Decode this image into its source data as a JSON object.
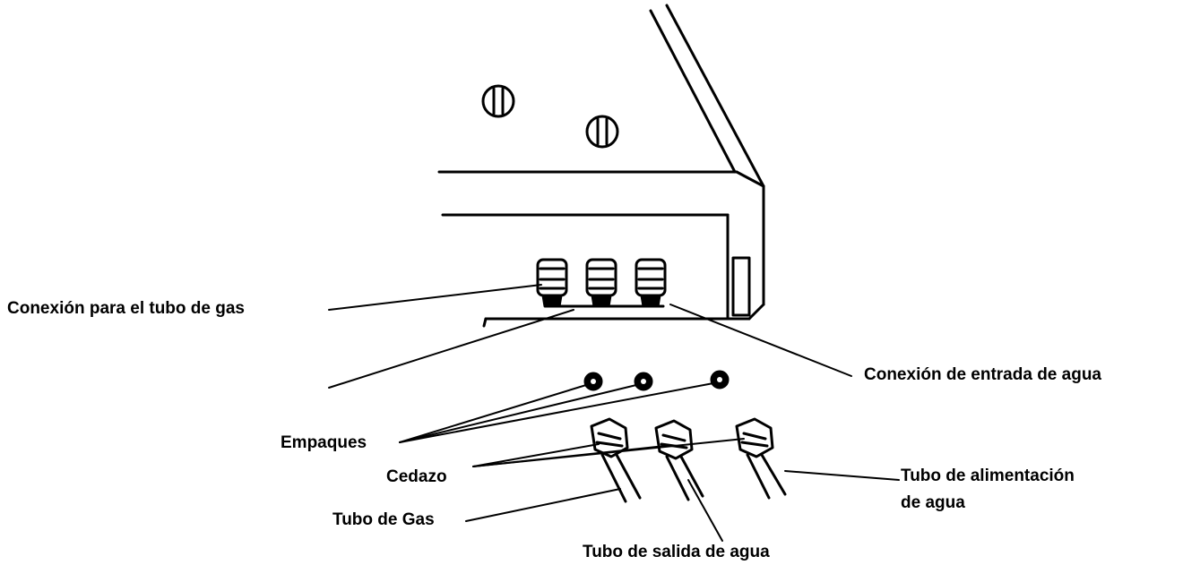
{
  "labels": {
    "gas_connection": "Conexión para el tubo de gas",
    "water_inlet_connection": "Conexión de entrada de agua",
    "gaskets": "Empaques",
    "strainer": "Cedazo",
    "gas_tube": "Tubo de Gas",
    "water_outlet_tube": "Tubo de salida de agua",
    "water_supply_tube_line1": "Tubo de alimentación",
    "water_supply_tube_line2": "de agua"
  },
  "colors": {
    "ink": "#000000",
    "background": "#ffffff"
  }
}
